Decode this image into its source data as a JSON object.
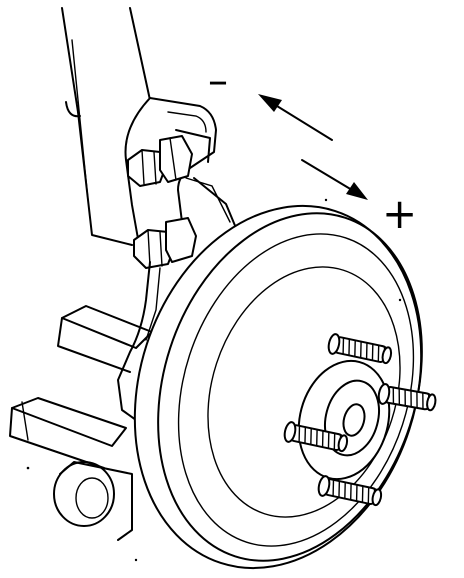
{
  "figure": {
    "background": "#ffffff",
    "line_color": "#000000",
    "components": [
      "strut",
      "strut-bracket",
      "upper-bolt",
      "lower-bolt",
      "steering-knuckle",
      "control-arm",
      "brake-disc",
      "wheel-hub",
      "wheel-studs"
    ],
    "adjustment": {
      "minus_symbol": "–",
      "plus_symbol": "+",
      "arrows": [
        "arrow-up-left",
        "arrow-down-right"
      ]
    }
  }
}
